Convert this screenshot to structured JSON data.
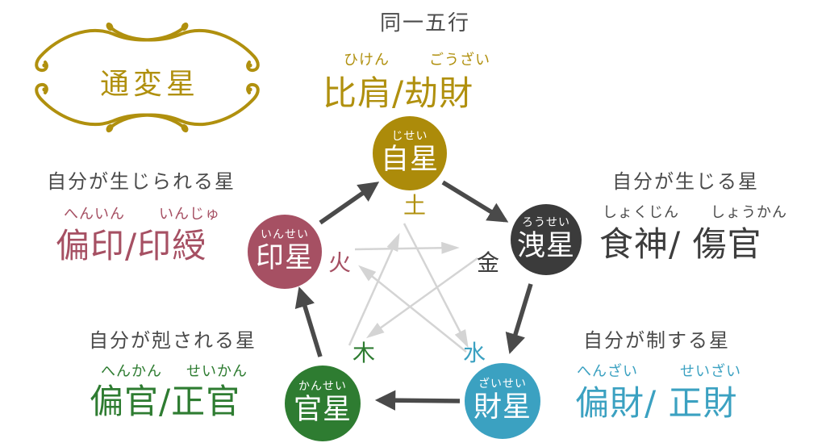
{
  "title": "通変星",
  "colors": {
    "gold": "#b0900e",
    "gold_circle": "#ac8b0a",
    "maroon": "#a65063",
    "charcoal": "#3b3b3b",
    "green": "#2e7c31",
    "teal": "#3ba1c1",
    "text_dark": "#4a4a4a",
    "cycle_arrow": "#4a4a4a",
    "pentagram_line": "#d4d4d4"
  },
  "blocks": {
    "peer": {
      "heading": "同一五行",
      "furigana": [
        "ひけん",
        "ごうざい"
      ],
      "names": "比肩/劫財"
    },
    "resource": {
      "heading": "自分が生じられる星",
      "furigana": [
        "へんいん",
        "いんじゅ"
      ],
      "names": "偏印/印綬"
    },
    "output": {
      "heading": "自分が生じる星",
      "furigana": [
        "しょくじん",
        "しょうかん"
      ],
      "names": "食神/ 傷官"
    },
    "officer": {
      "heading": "自分が剋される星",
      "furigana": [
        "へんかん",
        "せいかん"
      ],
      "names": "偏官/正官"
    },
    "wealth": {
      "heading": "自分が制する星",
      "furigana": [
        "へんざい",
        "せいざい"
      ],
      "names": "偏財/ 正財"
    }
  },
  "circles": {
    "self_star": {
      "furigana": "じせい",
      "label": "自星",
      "element": "土"
    },
    "leak_star": {
      "furigana": "ろうせい",
      "label": "洩星",
      "element": "金"
    },
    "seal_star": {
      "furigana": "いんせい",
      "label": "印星",
      "element": "火"
    },
    "officer_star": {
      "furigana": "かんせい",
      "label": "官星",
      "element": "木"
    },
    "wealth_star": {
      "furigana": "ざいせい",
      "label": "財星",
      "element": "水"
    }
  }
}
